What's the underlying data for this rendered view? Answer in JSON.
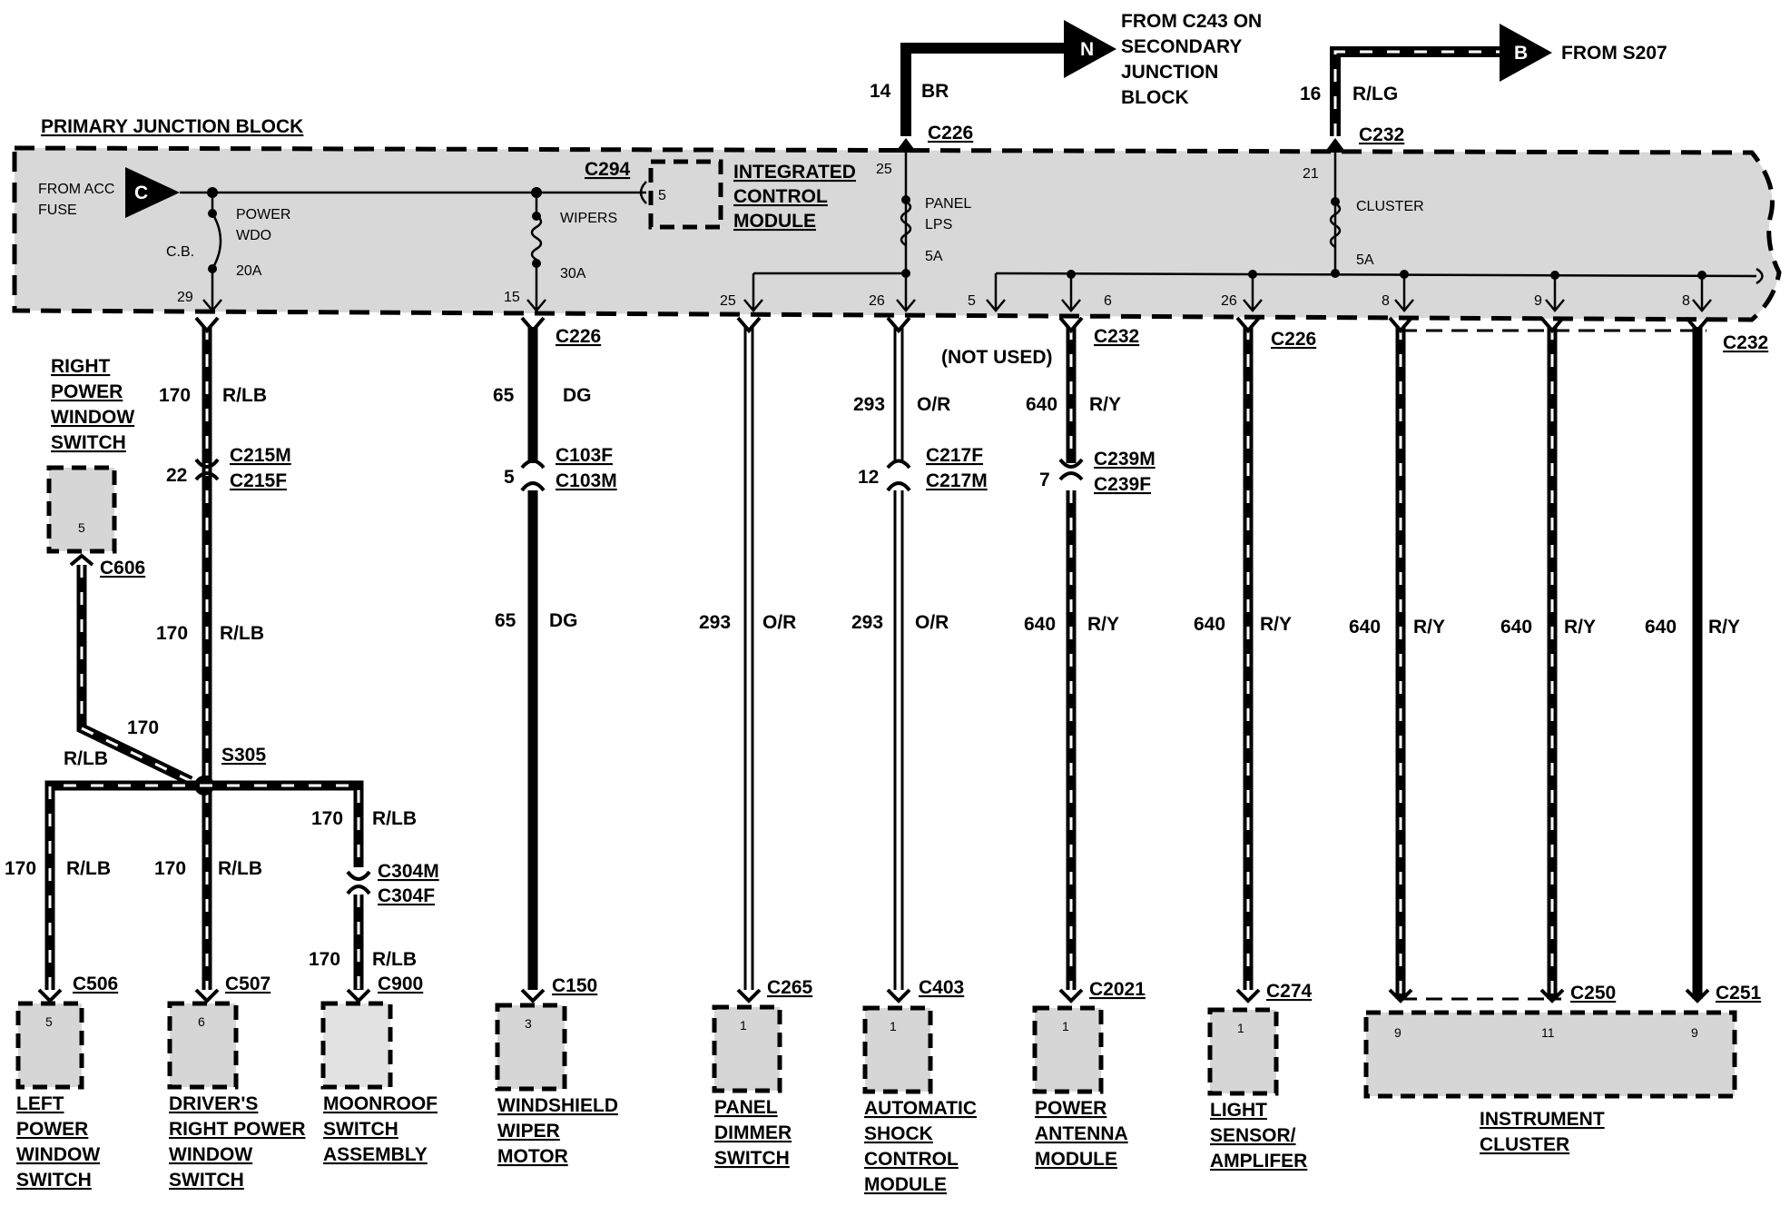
{
  "junction_block": {
    "title": "PRIMARY JUNCTION BLOCK",
    "from_acc_fuse": [
      "FROM ACC",
      "FUSE"
    ],
    "connector_c": "C",
    "power_wdo": [
      "POWER",
      "WDO"
    ],
    "cb": "C.B.",
    "cb_amps": "20A",
    "pin_29": "29",
    "wipers": "WIPERS",
    "wipers_amps": "30A",
    "pin_15": "15",
    "c294": "C294",
    "icm_pin": "5",
    "icm_label": [
      "INTEGRATED",
      "CONTROL",
      "MODULE"
    ],
    "panel_lps": [
      "PANEL",
      "LPS"
    ],
    "panel_amps": "5A",
    "pin_25_top": "25",
    "pin_25": "25",
    "pin_26": "26",
    "pin_5": "5",
    "pin_6": "6",
    "pin_26b": "26",
    "pin_8": "8",
    "pin_9": "9",
    "pin_8b": "8",
    "cluster": "CLUSTER",
    "cluster_amps": "5A",
    "pin_21": "21",
    "not_used": "(NOT USED)"
  },
  "sources": {
    "n_connector": "N",
    "n_from": [
      "FROM C243 ON",
      "SECONDARY",
      "JUNCTION",
      "BLOCK"
    ],
    "n_circuit": "14",
    "n_color": "BR",
    "n_conn": "C226",
    "b_connector": "B",
    "b_from": "FROM S207",
    "b_circuit": "16",
    "b_color": "R/LG",
    "b_conn": "C232"
  },
  "connectors": {
    "c226_a": "C226",
    "c226_b": "C226",
    "c232_a": "C232",
    "c232_b": "C232",
    "c215m": "C215M",
    "c215f": "C215F",
    "c103f": "C103F",
    "c103m": "C103M",
    "c217f": "C217F",
    "c217m": "C217M",
    "c239m": "C239M",
    "c239f": "C239F",
    "c606": "C606",
    "s305": "S305",
    "c304m": "C304M",
    "c304f": "C304F",
    "c506": "C506",
    "c507": "C507",
    "c900": "C900",
    "c150": "C150",
    "c265": "C265",
    "c403": "C403",
    "c2021": "C2021",
    "c274": "C274",
    "c250": "C250",
    "c251": "C251"
  },
  "pins": {
    "p22": "22",
    "p5_c103": "5",
    "p12": "12",
    "p7": "7",
    "rpws_pin": "5",
    "lpws_pin": "5",
    "drpws_pin": "6",
    "wiper_pin": "3",
    "dimmer_pin": "1",
    "shock_pin": "1",
    "antenna_pin": "1",
    "sensor_pin": "1",
    "cluster_pin_a": "9",
    "cluster_pin_b": "11",
    "cluster_pin_c": "9"
  },
  "wires": {
    "w170": "170",
    "rlb": "R/LB",
    "w65": "65",
    "dg": "DG",
    "w293": "293",
    "or": "O/R",
    "w640": "640",
    "ry": "R/Y"
  },
  "components": {
    "rpws": [
      "RIGHT",
      "POWER",
      "WINDOW",
      "SWITCH"
    ],
    "lpws": [
      "LEFT",
      "POWER",
      "WINDOW",
      "SWITCH"
    ],
    "drpws": [
      "DRIVER'S",
      "RIGHT POWER",
      "WINDOW",
      "SWITCH"
    ],
    "moonroof": [
      "MOONROOF",
      "SWITCH",
      "ASSEMBLY"
    ],
    "wiper": [
      "WINDSHIELD",
      "WIPER",
      "MOTOR"
    ],
    "dimmer": [
      "PANEL",
      "DIMMER",
      "SWITCH"
    ],
    "shock": [
      "AUTOMATIC",
      "SHOCK",
      "CONTROL",
      "MODULE"
    ],
    "antenna": [
      "POWER",
      "ANTENNA",
      "MODULE"
    ],
    "sensor": [
      "LIGHT",
      "SENSOR/",
      "AMPLIFER"
    ],
    "cluster": [
      "INSTRUMENT",
      "CLUSTER"
    ]
  }
}
